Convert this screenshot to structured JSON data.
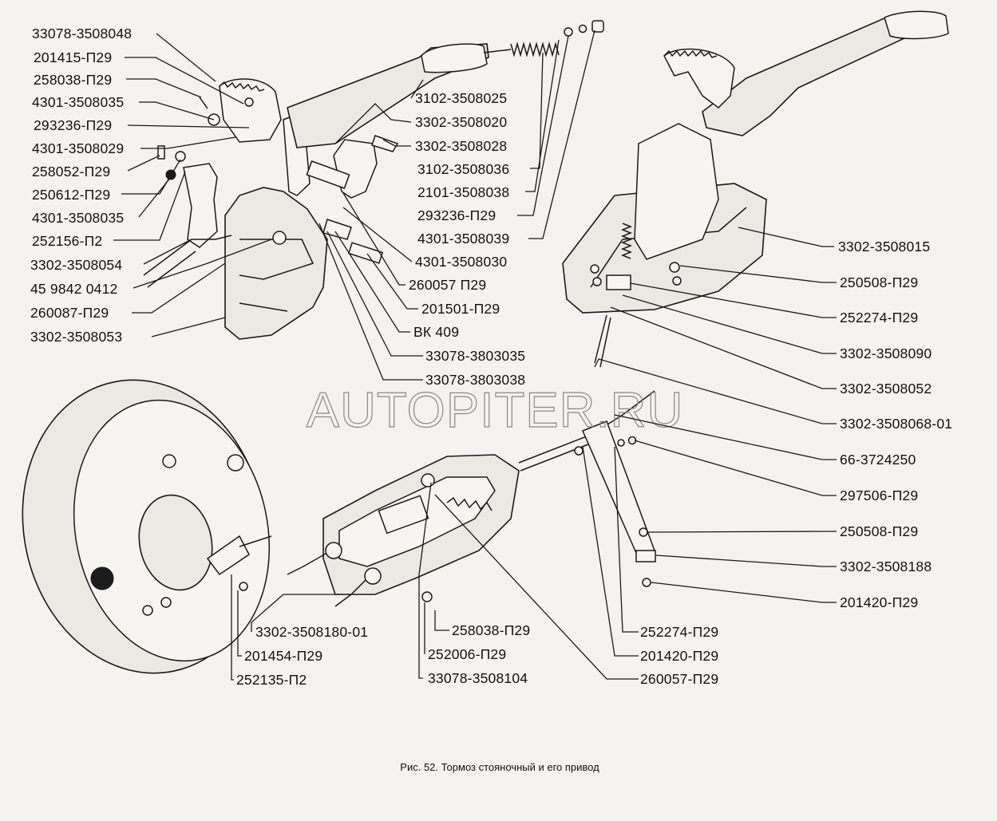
{
  "caption": "Рис.  52. Тормоз стояночный и его привод",
  "watermark": "AUTOPITER.RU",
  "labels_left_top": [
    "33078-3508048",
    "201415-П29",
    "258038-П29",
    "4301-3508035",
    "293236-П29",
    "4301-3508029",
    "258052-П29",
    "250612-П29",
    "4301-3508035",
    "252156-П2",
    "3302-3508054",
    "45 9842 0412",
    "260087-П29",
    "3302-3508053"
  ],
  "labels_center_top": [
    "3102-3508025",
    "3302-3508020",
    "3302-3508028",
    "3102-3508036",
    "2101-3508038",
    "293236-П29",
    "4301-3508039",
    "4301-3508030",
    "260057 П29",
    "201501-П29",
    "ВК 409",
    "33078-3803035",
    "33078-3803038"
  ],
  "labels_right": [
    "3302-3508015",
    "250508-П29",
    "252274-П29",
    "3302-3508090",
    "3302-3508052",
    "3302-3508068-01",
    "66-3724250",
    "297506-П29",
    "250508-П29",
    "3302-3508188",
    "201420-П29"
  ],
  "labels_bottom": [
    "3302-3508180-01",
    "201454-П29",
    "252135-П2",
    "258038-П29",
    "252006-П29",
    "33078-3508104",
    "252274-П29",
    "201420-П29",
    "260057-П29"
  ]
}
